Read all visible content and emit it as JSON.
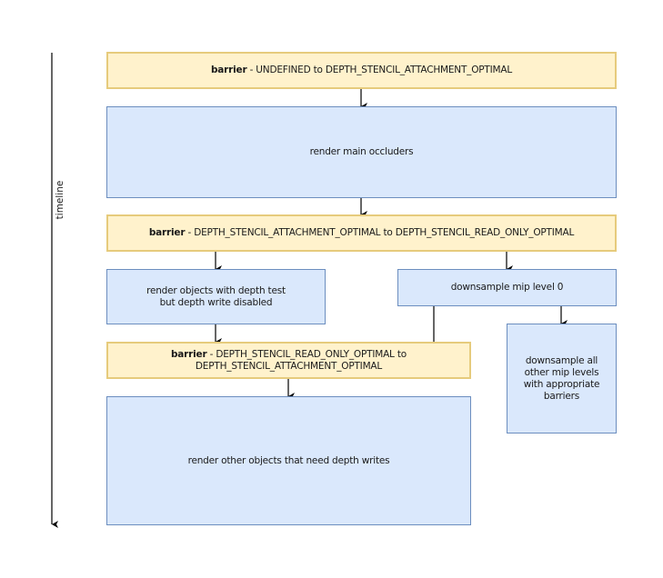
{
  "timeline": {
    "label": "timeline"
  },
  "nodes": {
    "barrier1": {
      "bold": "barrier",
      "text": " - UNDEFINED to DEPTH_STENCIL_ATTACHMENT_OPTIMAL"
    },
    "render_main": {
      "text": "render main occluders"
    },
    "barrier2": {
      "bold": "barrier",
      "text": " - DEPTH_STENCIL_ATTACHMENT_OPTIMAL to DEPTH_STENCIL_READ_ONLY_OPTIMAL"
    },
    "render_depth_test": {
      "line1": "render objects with depth test",
      "line2": "but depth write disabled"
    },
    "downsample_mip0": {
      "text": "downsample mip level 0"
    },
    "barrier3": {
      "bold": "barrier",
      "line1": " - DEPTH_STENCIL_READ_ONLY_OPTIMAL to",
      "line2": "DEPTH_STENCIL_ATTACHMENT_OPTIMAL"
    },
    "downsample_all": {
      "line1": "downsample all",
      "line2": "other mip levels",
      "line3": "with appropriate",
      "line4": "barriers"
    },
    "render_other": {
      "text": "render other objects that need depth writes"
    }
  },
  "colors": {
    "barrier_fill": "#fff2cc",
    "barrier_stroke": "#e6cb7c",
    "step_fill": "#dae8fc",
    "step_stroke": "#6c8ebf"
  }
}
